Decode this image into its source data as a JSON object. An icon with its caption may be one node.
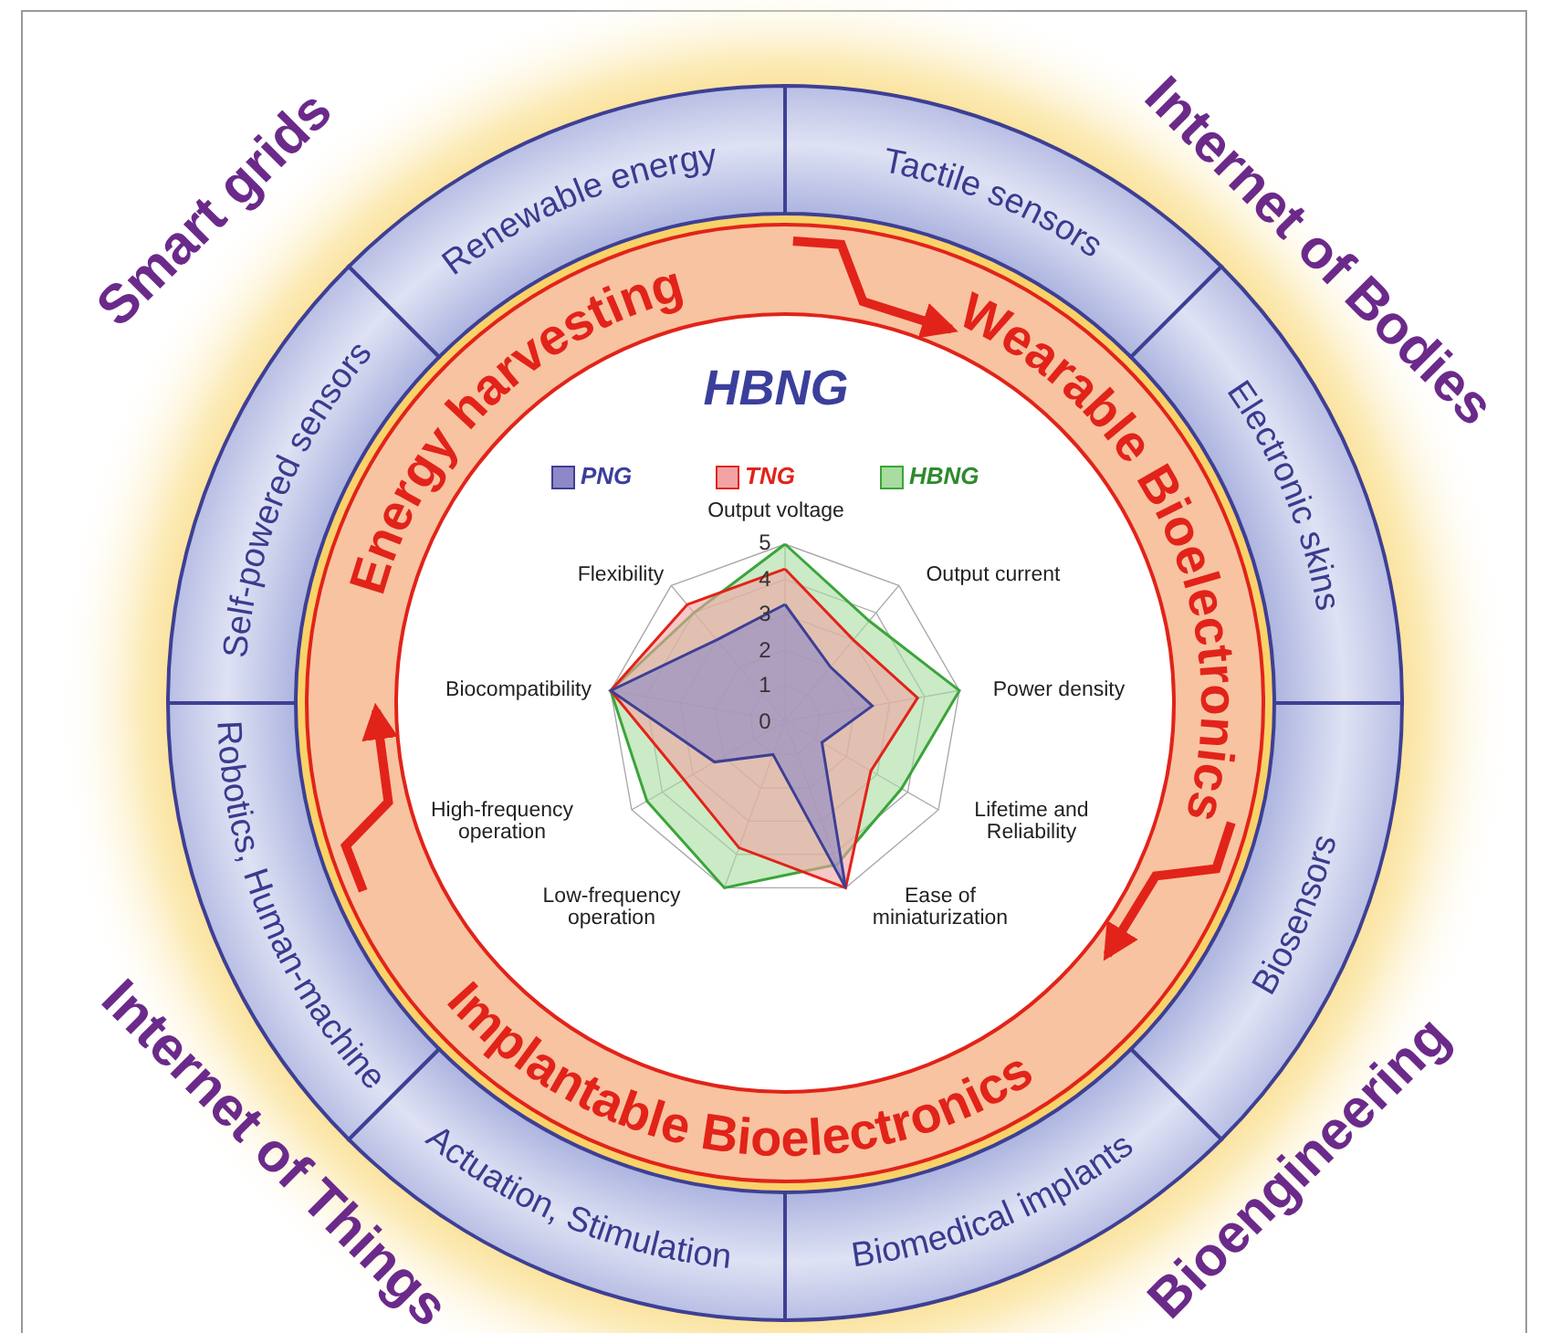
{
  "diagram": {
    "nodes": [
      {
        "text": [
          "Renewable energy"
        ]
      },
      {
        "text": [
          "Tactile sensors"
        ]
      },
      {
        "text": [
          "Electronic skins"
        ]
      },
      {
        "text": [
          "Biosensors"
        ]
      },
      {
        "text": [
          "Biomedical implants"
        ]
      },
      {
        "text": [
          "Actuation, Stimulation"
        ]
      },
      {
        "text": [
          "Robotics, Human-machine"
        ]
      },
      {
        "text": [
          "Self-powered sensors"
        ]
      },
      {
        "text": [
          "Energy harvesting"
        ]
      },
      {
        "text": [
          "Wearable Bioelectronics"
        ]
      },
      {
        "text": [
          "Implantable Bioelectronics"
        ]
      }
    ],
    "edges": [
      {
        "from": 8,
        "to": 9,
        "arrow": "to"
      },
      {
        "from": 9,
        "to": 10,
        "arrow": "to"
      },
      {
        "from": 10,
        "to": 8,
        "arrow": "to"
      }
    ],
    "labels": [
      "Smart grids",
      "Internet of Bodies",
      "HBNG",
      "Output voltage",
      "5",
      "4",
      "3",
      "2",
      "1",
      "0",
      "Flexibility",
      "Output current",
      "Biocompatibility",
      "Power density",
      "High-frequency operation",
      "Lifetime and Reliability",
      "Low-frequency operation",
      "Ease of miniaturization",
      "Internet of Things",
      "Bioengineering"
    ],
    "legend": [
      {
        "text": "PNG",
        "color": "#8e88c8"
      },
      {
        "text": "TNG",
        "color": "#f2a3a3"
      },
      {
        "text": "HBNG",
        "color": "#a8dca0"
      }
    ]
  }
}
